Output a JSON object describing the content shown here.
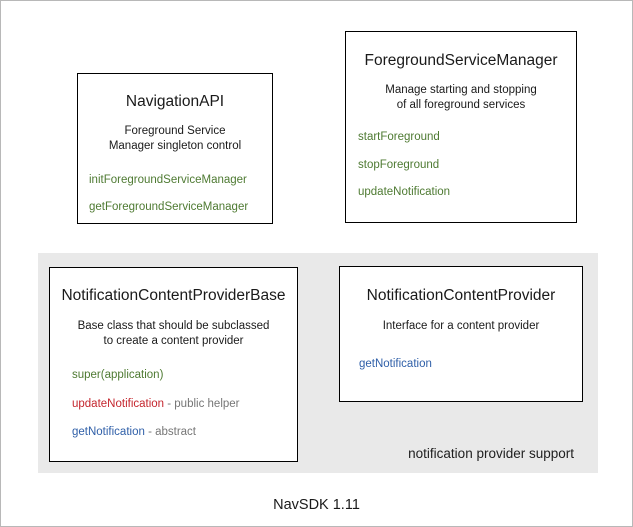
{
  "diagram": {
    "footer_label": "NavSDK 1.11",
    "colors": {
      "background": "#ffffff",
      "panel_background": "#e9e9e9",
      "box_border": "#000000",
      "text": "#1a1a1a",
      "member_green": "#4e7a32",
      "member_red": "#c4262e",
      "member_blue": "#2f5fa8",
      "member_note_gray": "#767676"
    },
    "boxes": [
      {
        "id": "navigation-api",
        "title": "NavigationAPI",
        "description": "Foreground Service\nManager singleton control",
        "description_lines": [
          "Foreground Service",
          "Manager singleton control"
        ],
        "members": [
          {
            "name": "initForegroundServiceManager",
            "color": "green",
            "note": ""
          },
          {
            "name": "getForegroundServiceManager",
            "color": "green",
            "note": ""
          }
        ]
      },
      {
        "id": "foreground-service-manager",
        "title": "ForegroundServiceManager",
        "description": "Manage starting and stopping\nof all foreground services",
        "description_lines": [
          "Manage starting and stopping",
          "of all foreground services"
        ],
        "members": [
          {
            "name": "startForeground",
            "color": "green",
            "note": ""
          },
          {
            "name": "stopForeground",
            "color": "green",
            "note": ""
          },
          {
            "name": "updateNotification",
            "color": "green",
            "note": ""
          }
        ]
      },
      {
        "id": "notification-content-provider-base",
        "title": "NotificationContentProviderBase",
        "description": "Base class that should be subclassed\nto create a content provider",
        "description_lines": [
          "Base class that should be subclassed",
          "to create a content provider"
        ],
        "members": [
          {
            "name": "super(application)",
            "color": "green",
            "note": ""
          },
          {
            "name": "updateNotification",
            "color": "red",
            "note": " - public helper"
          },
          {
            "name": "getNotification",
            "color": "blue",
            "note": " - abstract"
          }
        ]
      },
      {
        "id": "notification-content-provider",
        "title": "NotificationContentProvider",
        "description": "Interface for a content provider",
        "description_lines": [
          "Interface for a content provider"
        ],
        "members": [
          {
            "name": "getNotification",
            "color": "blue",
            "note": ""
          }
        ]
      }
    ],
    "panels": [
      {
        "id": "notification-support",
        "label": "notification provider support"
      }
    ]
  }
}
